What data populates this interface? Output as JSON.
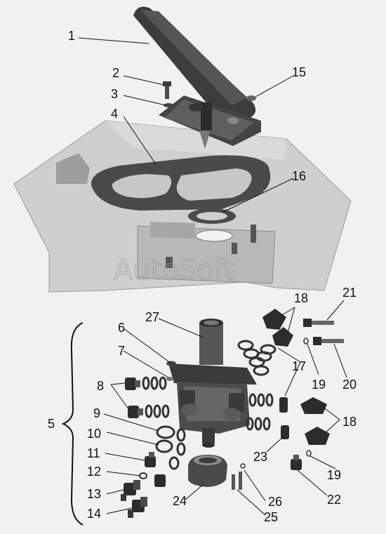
{
  "callouts": {
    "n1": "1",
    "n2": "2",
    "n3": "3",
    "n4": "4",
    "n5": "5",
    "n6": "6",
    "n7": "7",
    "n8": "8",
    "n9": "9",
    "n10": "10",
    "n11": "11",
    "n12": "12",
    "n13": "13",
    "n14": "14",
    "n15": "15",
    "n16": "16",
    "n17": "17",
    "n18a": "18",
    "n18b": "18",
    "n19a": "19",
    "n19b": "19",
    "n20": "20",
    "n21": "21",
    "n22": "22",
    "n23": "23",
    "n24": "24",
    "n25": "25",
    "n26": "26",
    "n27": "27"
  },
  "watermark": "AutoSoft"
}
